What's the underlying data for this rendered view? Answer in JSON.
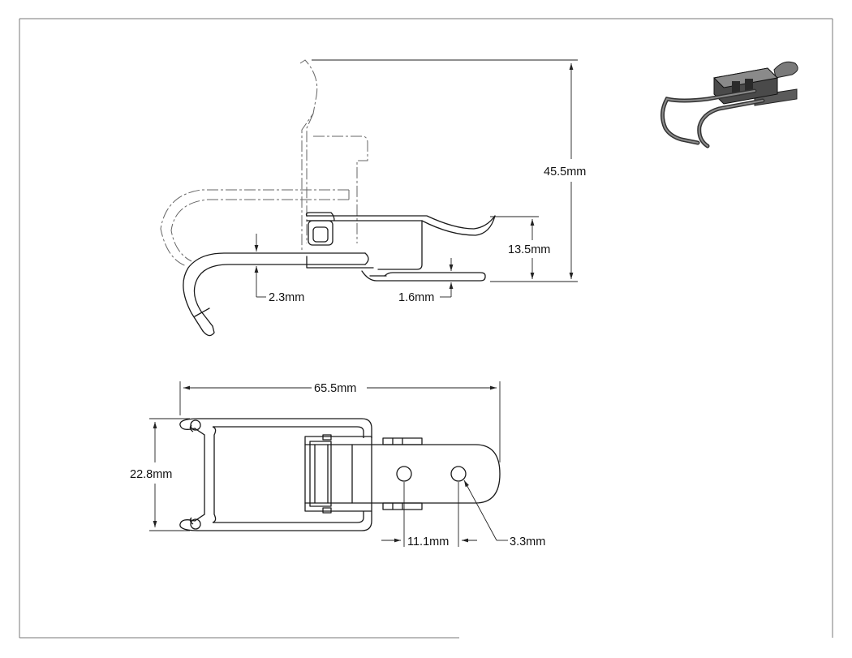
{
  "drawing": {
    "accent_color": "#1a1a1a",
    "dimensions": {
      "overall_height": "45.5mm",
      "latch_height": "13.5mm",
      "hook_wire": "2.3mm",
      "plate_thickness": "1.6mm",
      "overall_length": "65.5mm",
      "overall_width": "22.8mm",
      "hole_spacing": "11.1mm",
      "hole_diameter": "3.3mm"
    }
  }
}
